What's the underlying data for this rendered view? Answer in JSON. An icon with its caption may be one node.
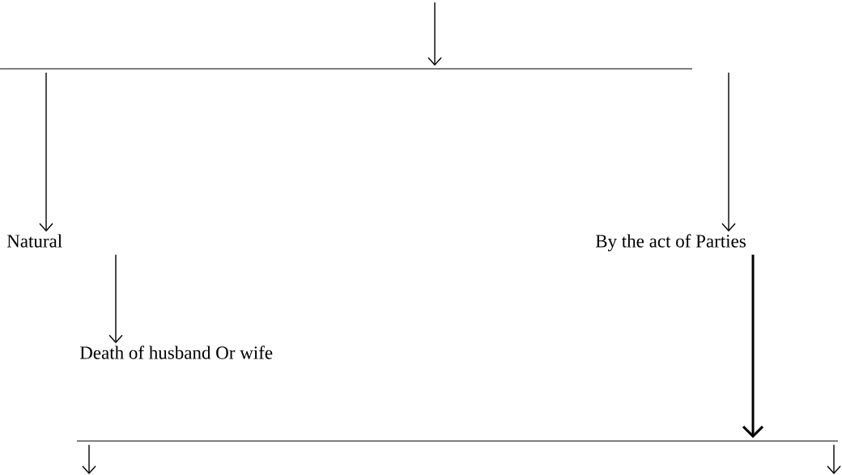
{
  "diagram": {
    "nodes": [
      {
        "text": [],
        "shape": "bar"
      },
      {
        "text": [
          "Natural"
        ]
      },
      {
        "text": [
          "By the act of Parties"
        ]
      },
      {
        "text": [
          "Death of husband Or wife"
        ]
      },
      {
        "text": [],
        "shape": "bar"
      }
    ],
    "edges": [
      {
        "from": null,
        "to": 0,
        "arrow": "to"
      },
      {
        "from": 0,
        "to": 1,
        "arrow": "to"
      },
      {
        "from": 0,
        "to": 2,
        "arrow": "to"
      },
      {
        "from": 1,
        "to": 3,
        "arrow": "to"
      },
      {
        "from": 2,
        "to": 4,
        "arrow": "to",
        "style": "thick"
      },
      {
        "from": 4,
        "to": null,
        "arrow": "to"
      },
      {
        "from": 4,
        "to": null,
        "arrow": "to"
      }
    ]
  }
}
